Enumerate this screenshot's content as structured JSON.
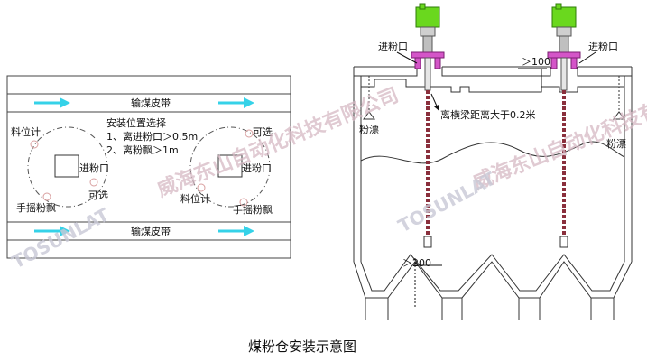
{
  "belt_top_label": "输煤皮带",
  "belt_bottom_label": "输煤皮带",
  "install_title": "安装位置选择",
  "rule_1": "1、离进粉口＞0.5m",
  "rule_2": "2、离粉飘＞1m",
  "left_circle": {
    "level_gauge": "料位计",
    "inlet": "进粉口",
    "optional": "可选",
    "manual_float": "手摇粉飘"
  },
  "right_circle": {
    "optional": "可选",
    "inlet": "进粉口",
    "level_gauge": "料位计",
    "manual_float": "手摇粉飘"
  },
  "bin": {
    "inlet": "进粉口",
    "dim_100": "＞100",
    "beam_note": "离横梁距离大于0.2米",
    "float_left": "粉漂",
    "float_right": "粉漂",
    "dim_200": "＞200"
  },
  "caption": "煤粉仓安装示意图",
  "watermark": {
    "company": "威海东山自动化科技有限公司",
    "logo": "TOSUNLAT"
  },
  "colors": {
    "arrow": "#35d2e8",
    "sensor_head": "#6ad81e",
    "flange": "#d455c8",
    "probe": "#8a2f3c",
    "gauge_circle": "#d9a0a0"
  }
}
